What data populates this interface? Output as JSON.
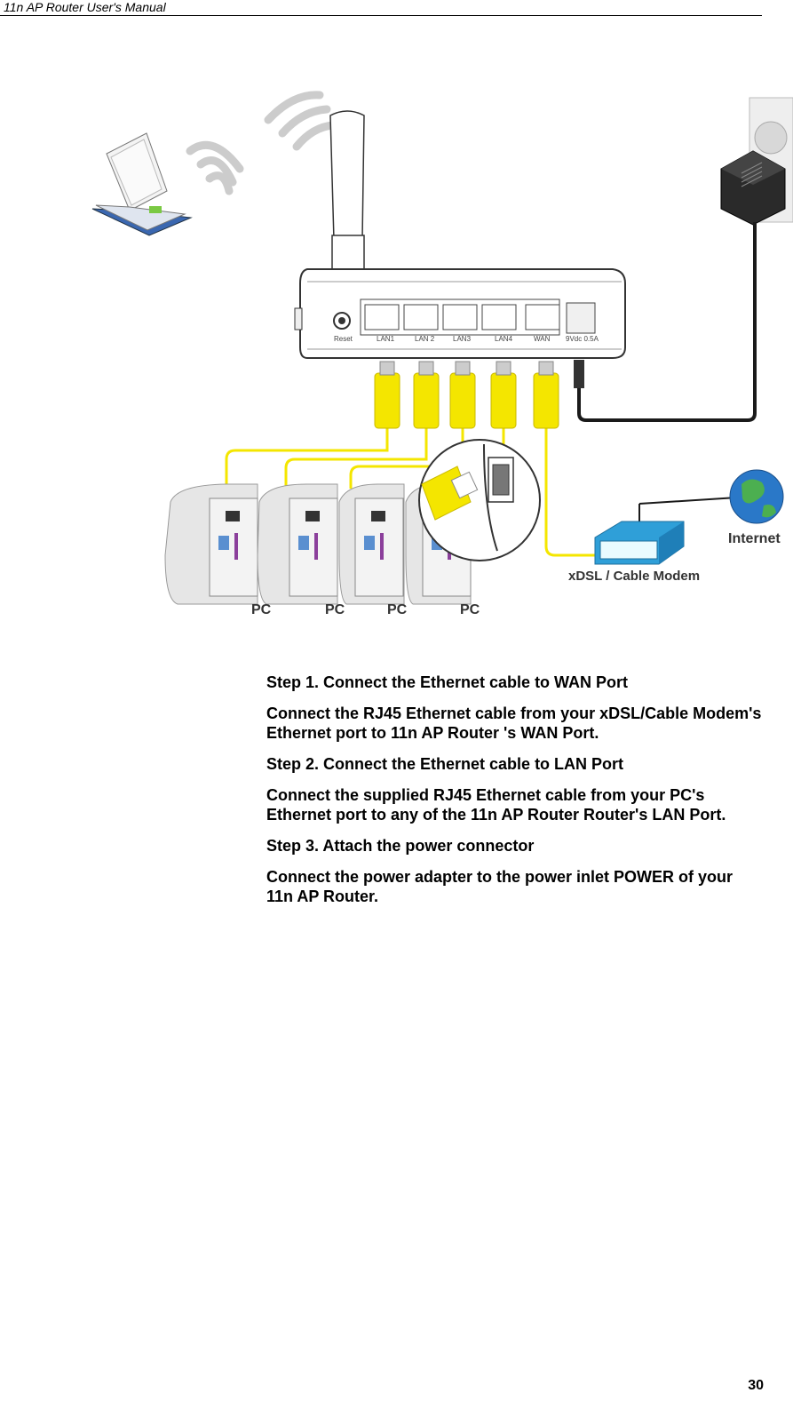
{
  "header": {
    "title": "11n AP Router User's Manual"
  },
  "figure": {
    "router_ports": {
      "reset": "Reset",
      "lan1": "LAN1",
      "lan2": "LAN 2",
      "lan3": "LAN3",
      "lan4": "LAN4",
      "wan": "WAN",
      "power": "9Vdc 0.5A"
    },
    "internet_label": "Internet",
    "modem_label": "xDSL / Cable Modem",
    "pc_labels": [
      "PC",
      "PC",
      "PC",
      "PC"
    ],
    "colors": {
      "cable": "#f4e600",
      "modem": "#2f9fd8",
      "globe": "#2a78c8"
    }
  },
  "content": {
    "step1_title": "Step 1. Connect the Ethernet cable to WAN Port",
    "step1_text": "Connect the RJ45 Ethernet cable from your xDSL/Cable Modem's Ethernet port to 11n AP Router 's WAN Port.",
    "step2_title": "Step 2. Connect the Ethernet cable to LAN Port",
    "step2_text": "Connect the supplied RJ45 Ethernet cable from your PC's Ethernet port to any of the 11n AP Router Router's LAN Port.",
    "step3_title": "Step 3. Attach the power connector",
    "step3_text": "Connect the power adapter to the power inlet POWER of your 11n AP Router."
  },
  "footer": {
    "page_number": "30"
  }
}
